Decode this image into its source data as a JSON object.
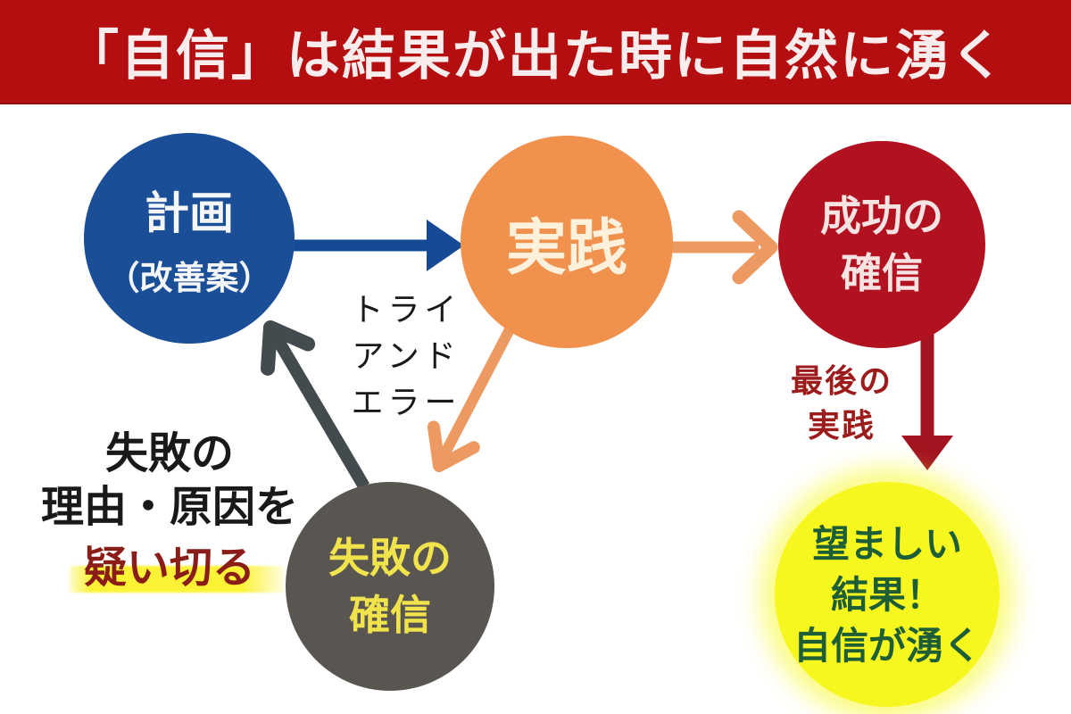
{
  "title": "「自信」は結果が出た時に自然に湧く",
  "nodes": {
    "plan": {
      "line1": "計画",
      "line2": "（改善案）"
    },
    "practice": {
      "line1": "実践"
    },
    "success": {
      "line1": "成功の",
      "line2": "確信"
    },
    "failure": {
      "line1": "失敗の",
      "line2": "確信"
    },
    "result": {
      "line1": "望ましい",
      "line2": "結果！",
      "line3": "自信が湧く"
    }
  },
  "labels": {
    "try_and_error": {
      "line1": "トライ",
      "line2": "アンド",
      "line3": "エラー"
    },
    "final_practice": {
      "line1": "最後の",
      "line2": "実践"
    },
    "failure_reason": {
      "line1": "失敗の",
      "line2": "理由・原因を",
      "emphasis": "疑い切る"
    }
  },
  "arrows": [
    {
      "name": "plan-to-practice",
      "from": "計画（改善案）",
      "to": "実践",
      "color": "#164a94",
      "head": "solid"
    },
    {
      "name": "practice-to-success",
      "from": "実践",
      "to": "成功の確信",
      "color": "#ec9a62",
      "head": "open"
    },
    {
      "name": "practice-to-failure",
      "from": "実践",
      "to": "失敗の確信",
      "color": "#ec9a62",
      "head": "open"
    },
    {
      "name": "failure-to-plan",
      "from": "失敗の確信",
      "to": "計画（改善案）",
      "color": "#424b4d",
      "head": "open"
    },
    {
      "name": "success-to-result",
      "from": "成功の確信",
      "to": "望ましい結果",
      "color": "#a31320",
      "head": "solid"
    }
  ],
  "colors": {
    "banner_red": "#b50e10",
    "plan_blue": "#1a4e96",
    "practice_orange": "#f0914e",
    "success_red": "#b2121f",
    "failure_gray": "#595551",
    "result_yellow": "#f7f720",
    "result_text_green": "#1e5e37",
    "failure_text_yellow": "#f1e34b",
    "arrow_blue": "#164a94",
    "arrow_orange": "#ec9a62",
    "arrow_gray": "#424b4d",
    "arrow_dark_red": "#a31320",
    "emphasis_red": "#8a1d18",
    "highlight_yellow": "#fcf235"
  }
}
